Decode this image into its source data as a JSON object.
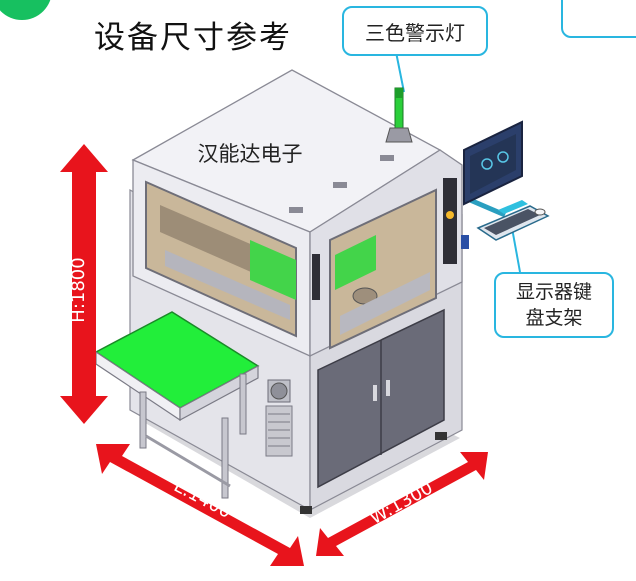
{
  "diagram": {
    "title": "设备尺寸参考",
    "brand_label": "汉能达电子",
    "callouts": {
      "warning_light": "三色警示灯",
      "monitor_bracket_line1": "显示器键",
      "monitor_bracket_line2": "盘支架"
    },
    "dimensions": {
      "height": "H:1800",
      "length": "L:1400",
      "width": "W:1300"
    },
    "colors": {
      "arrow": "#e8141c",
      "callout_border": "#29b6e0",
      "conveyor": "#22ee3a",
      "machine_body": "#e9e9ee",
      "cabinet": "#6a6b78"
    }
  }
}
